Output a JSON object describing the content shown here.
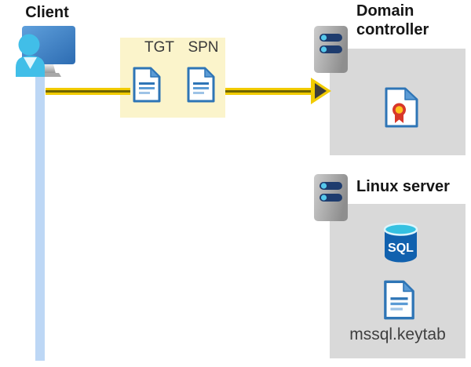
{
  "client": {
    "label": "Client"
  },
  "ticket_box": {
    "tickets": [
      {
        "label": "TGT",
        "icon": "document-icon"
      },
      {
        "label": "SPN",
        "icon": "document-icon"
      }
    ]
  },
  "domain_controller": {
    "label": "Domain controller",
    "icons": [
      "server-icon",
      "certificate-icon"
    ]
  },
  "linux_server": {
    "label": "Linux server",
    "database_label": "SQL",
    "keytab_label": "mssql.keytab",
    "icons": [
      "server-icon",
      "sql-database-icon",
      "document-icon"
    ]
  },
  "icons": {
    "client_workstation": "monitor-with-user",
    "server": "server-tower-with-leds",
    "document": "blue-document-page",
    "certificate": "document-with-ribbon-seal",
    "sql_database": "blue-database-cylinder"
  },
  "colors": {
    "arrow_yellow": "#F1CB00",
    "arrow_core_olive": "#6F6500",
    "arrowhead_dark": "#3D3D3D",
    "highlight_box_yellow": "#FBF4CB",
    "panel_gray": "#D9D9D9",
    "connector_blue": "#BDD7F5",
    "doc_border_blue": "#2E75B6",
    "doc_fold_blue": "#5B9BD5",
    "person_cyan": "#41BEE8",
    "monitor_blue": "#2D6CB2",
    "server_slot_navy": "#1E3C6E",
    "server_led_cyan": "#56C9EC",
    "cert_red": "#D8372A",
    "cert_gold": "#FFC21E",
    "sql_body_blue": "#1161AE",
    "sql_top_cyan": "#35C1E1",
    "heading_black": "#161616",
    "file_text_gray": "#3F3F3F"
  }
}
